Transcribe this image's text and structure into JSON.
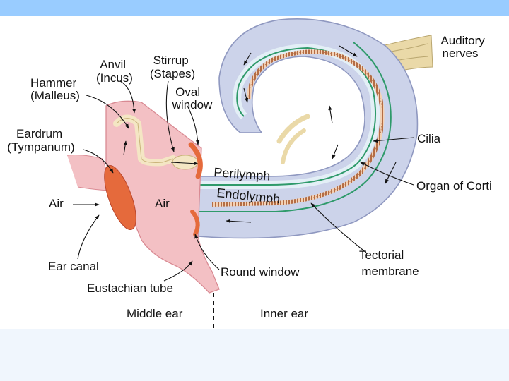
{
  "colors": {
    "top_bar": "#99ccff",
    "bottom_band": "#f0f6fd",
    "cochlea_fill": "#ccd3ea",
    "cochlea_stroke": "#8f98c0",
    "duct_fill": "#e3eff6",
    "membrane_green": "#2e9a6a",
    "corti_brown": "#b46d45",
    "middle_ear_pink": "#f3c0c4",
    "bone_cream": "#f4e6c4",
    "window_red": "#e56a3c",
    "nerve_tan": "#ead9a8"
  },
  "labels": {
    "hammer": [
      "Hammer",
      "(Malleus)"
    ],
    "anvil": [
      "Anvil",
      "(Incus)"
    ],
    "stirrup": [
      "Stirrup",
      "(Stapes)"
    ],
    "oval_window": [
      "Oval",
      "window"
    ],
    "eardrum": [
      "Eardrum",
      "(Tympanum)"
    ],
    "air_outer": "Air",
    "air_middle": "Air",
    "ear_canal": "Ear canal",
    "eustachian_tube": "Eustachian tube",
    "middle_ear": "Middle ear",
    "inner_ear": "Inner ear",
    "perilymph": "Perilymph",
    "endolymph": "Endolymph",
    "round_window": "Round window",
    "tectorial_membrane": [
      "Tectorial",
      "membrane"
    ],
    "cilia": "Cilia",
    "organ_of_corti": "Organ of Corti",
    "auditory_nerves": [
      "Auditory",
      "nerves"
    ]
  }
}
